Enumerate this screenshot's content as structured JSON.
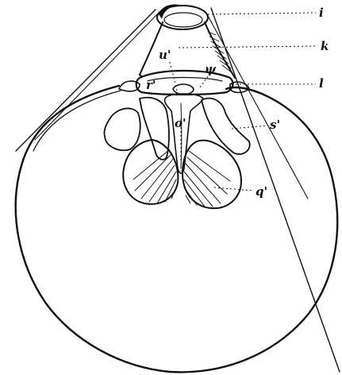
{
  "figure": {
    "labels": {
      "i": "i",
      "k": "k",
      "u": "u'",
      "psi": "ψ",
      "l": "l",
      "r": "r'",
      "o": "o'",
      "s": "s'",
      "q": "q'"
    }
  }
}
